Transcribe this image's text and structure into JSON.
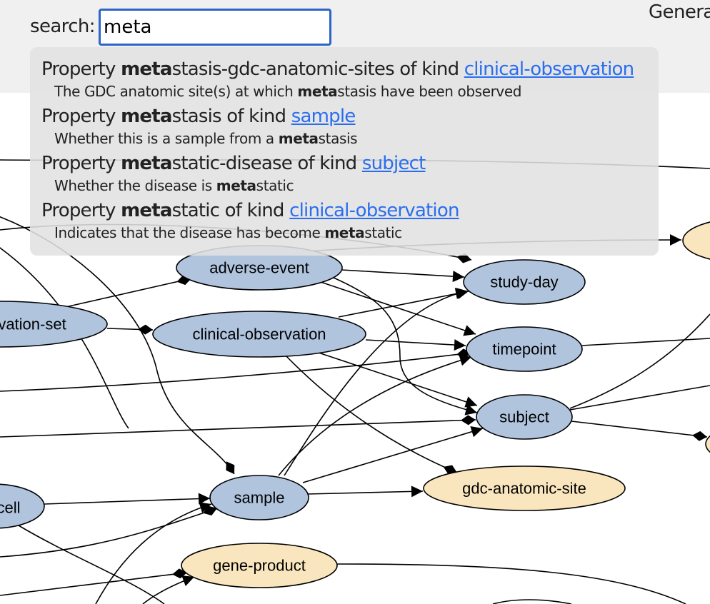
{
  "header": {
    "search_label": "search:",
    "search_value": "meta",
    "right_text": "Genera"
  },
  "results": [
    {
      "prefix": "Property ",
      "match": "meta",
      "rest": "stasis-gdc-anatomic-sites",
      "of_kind": " of kind ",
      "kind": "clinical-observation",
      "desc_before": "The GDC anatomic site(s) at which ",
      "desc_match": "meta",
      "desc_after": "stasis have been observed"
    },
    {
      "prefix": "Property ",
      "match": "meta",
      "rest": "stasis",
      "of_kind": " of kind ",
      "kind": "sample",
      "desc_before": "Whether this is a sample from a ",
      "desc_match": "meta",
      "desc_after": "stasis"
    },
    {
      "prefix": "Property ",
      "match": "meta",
      "rest": "static-disease",
      "of_kind": " of kind ",
      "kind": "subject",
      "desc_before": "Whether the disease is ",
      "desc_match": "meta",
      "desc_after": "static"
    },
    {
      "prefix": "Property ",
      "match": "meta",
      "rest": "static",
      "of_kind": " of kind ",
      "kind": "clinical-observation",
      "desc_before": "Indicates that the disease has become ",
      "desc_match": "meta",
      "desc_after": "static"
    }
  ],
  "graph": {
    "colors": {
      "entity_fill": "#b0c4de",
      "value_fill": "#fae6be",
      "stroke": "#000000"
    },
    "nodes": [
      {
        "id": "adverse-event",
        "label": "adverse-event",
        "kind": "entity"
      },
      {
        "id": "observation-set",
        "label": "vation-set",
        "kind": "entity"
      },
      {
        "id": "clinical-observation",
        "label": "clinical-observation",
        "kind": "entity"
      },
      {
        "id": "study-day",
        "label": "study-day",
        "kind": "entity"
      },
      {
        "id": "timepoint",
        "label": "timepoint",
        "kind": "entity"
      },
      {
        "id": "subject",
        "label": "subject",
        "kind": "entity"
      },
      {
        "id": "sample",
        "label": "sample",
        "kind": "entity"
      },
      {
        "id": "cell",
        "label": "cell",
        "kind": "entity"
      },
      {
        "id": "gdc-anatomic-site",
        "label": "gdc-anatomic-site",
        "kind": "value"
      },
      {
        "id": "gene-product",
        "label": "gene-product",
        "kind": "value"
      },
      {
        "id": "right-value-top",
        "label": "",
        "kind": "value"
      },
      {
        "id": "right-value-bottom",
        "label": "",
        "kind": "value"
      }
    ]
  }
}
